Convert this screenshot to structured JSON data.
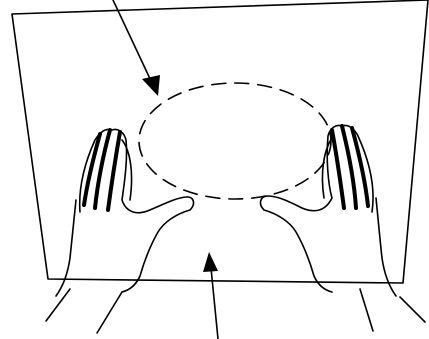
{
  "diagram": {
    "elements": [
      "tilted-sheet",
      "dashed-oval-target-area",
      "upper-left-pointer-arrow",
      "bottom-pointer-arrow",
      "left-hand",
      "right-hand"
    ],
    "colors": {
      "ink": "#000000",
      "background": "#ffffff"
    },
    "oval_style": "dashed"
  }
}
